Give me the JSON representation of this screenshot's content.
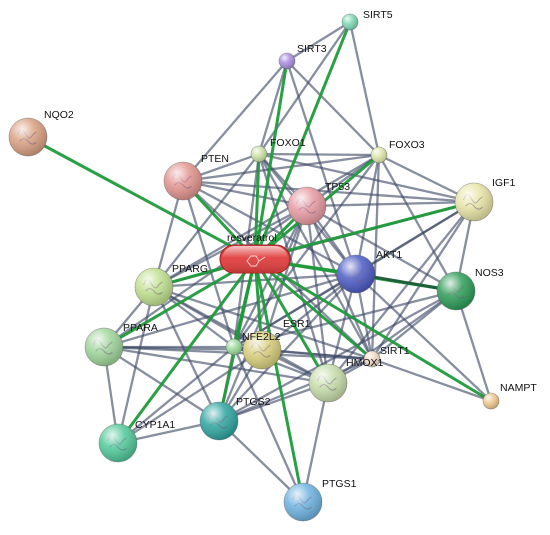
{
  "network": {
    "nodes": [
      {
        "id": "resveratrol",
        "label": "resveratrol",
        "kind": "compound",
        "color": "#e0403f"
      },
      {
        "id": "SIRT5",
        "label": "SIRT5",
        "kind": "small",
        "color": "#7ed9b6"
      },
      {
        "id": "SIRT3",
        "label": "SIRT3",
        "kind": "small",
        "color": "#a98ee0"
      },
      {
        "id": "NQO2",
        "label": "NQO2",
        "kind": "large",
        "color": "#d9a082"
      },
      {
        "id": "FOXO1",
        "label": "FOXO1",
        "kind": "small",
        "color": "#cde2a6"
      },
      {
        "id": "FOXO3",
        "label": "FOXO3",
        "kind": "small",
        "color": "#dde6a8"
      },
      {
        "id": "PTEN",
        "label": "PTEN",
        "kind": "large",
        "color": "#e3958f"
      },
      {
        "id": "TP53",
        "label": "TP53",
        "kind": "large",
        "color": "#e69aa2"
      },
      {
        "id": "IGF1",
        "label": "IGF1",
        "kind": "large",
        "color": "#e8e4a6"
      },
      {
        "id": "AKT1",
        "label": "AKT1",
        "kind": "large",
        "color": "#4d5cc4"
      },
      {
        "id": "NOS3",
        "label": "NOS3",
        "kind": "large",
        "color": "#2e9e58"
      },
      {
        "id": "PPARG",
        "label": "PPARG",
        "kind": "large",
        "color": "#bfe08e"
      },
      {
        "id": "PPARA",
        "label": "PPARA",
        "kind": "large",
        "color": "#9fd59a"
      },
      {
        "id": "NFE2L2",
        "label": "NFE2L2",
        "kind": "large",
        "color": "#d8cf7c"
      },
      {
        "id": "ESR1",
        "label": "ESR1",
        "kind": "small",
        "color": "#9bdb9a"
      },
      {
        "id": "SIRT1",
        "label": "SIRT1",
        "kind": "small",
        "color": "#f3d9c6"
      },
      {
        "id": "HMOX1",
        "label": "HMOX1",
        "kind": "large",
        "color": "#c6dcaa"
      },
      {
        "id": "NAMPT",
        "label": "NAMPT",
        "kind": "small",
        "color": "#efc98d"
      },
      {
        "id": "PTGS2",
        "label": "PTGS2",
        "kind": "large",
        "color": "#2fa6a0"
      },
      {
        "id": "CYP1A1",
        "label": "CYP1A1",
        "kind": "large",
        "color": "#52c99b"
      },
      {
        "id": "PTGS1",
        "label": "PTGS1",
        "kind": "large",
        "color": "#6fb3e0"
      }
    ],
    "edges_grey": [
      [
        "SIRT5",
        "SIRT3"
      ],
      [
        "SIRT5",
        "FOXO1"
      ],
      [
        "SIRT5",
        "FOXO3"
      ],
      [
        "SIRT3",
        "FOXO1"
      ],
      [
        "SIRT3",
        "FOXO3"
      ],
      [
        "SIRT3",
        "AKT1"
      ],
      [
        "SIRT3",
        "PTEN"
      ],
      [
        "FOXO1",
        "FOXO3"
      ],
      [
        "FOXO1",
        "PTEN"
      ],
      [
        "FOXO1",
        "TP53"
      ],
      [
        "FOXO1",
        "AKT1"
      ],
      [
        "FOXO1",
        "IGF1"
      ],
      [
        "FOXO1",
        "PPARG"
      ],
      [
        "FOXO1",
        "SIRT1"
      ],
      [
        "FOXO1",
        "ESR1"
      ],
      [
        "FOXO1",
        "HMOX1"
      ],
      [
        "FOXO3",
        "TP53"
      ],
      [
        "FOXO3",
        "AKT1"
      ],
      [
        "FOXO3",
        "IGF1"
      ],
      [
        "FOXO3",
        "PTEN"
      ],
      [
        "FOXO3",
        "SIRT1"
      ],
      [
        "FOXO3",
        "ESR1"
      ],
      [
        "FOXO3",
        "PPARG"
      ],
      [
        "FOXO3",
        "NOS3"
      ],
      [
        "PTEN",
        "TP53"
      ],
      [
        "PTEN",
        "AKT1"
      ],
      [
        "PTEN",
        "PPARG"
      ],
      [
        "PTEN",
        "IGF1"
      ],
      [
        "PTEN",
        "ESR1"
      ],
      [
        "PTEN",
        "SIRT1"
      ],
      [
        "TP53",
        "AKT1"
      ],
      [
        "TP53",
        "IGF1"
      ],
      [
        "TP53",
        "PPARG"
      ],
      [
        "TP53",
        "NFE2L2"
      ],
      [
        "TP53",
        "ESR1"
      ],
      [
        "TP53",
        "SIRT1"
      ],
      [
        "TP53",
        "HMOX1"
      ],
      [
        "TP53",
        "PTGS2"
      ],
      [
        "TP53",
        "NOS3"
      ],
      [
        "TP53",
        "PPARA"
      ],
      [
        "IGF1",
        "AKT1"
      ],
      [
        "IGF1",
        "NOS3"
      ],
      [
        "IGF1",
        "ESR1"
      ],
      [
        "IGF1",
        "SIRT1"
      ],
      [
        "IGF1",
        "PPARG"
      ],
      [
        "IGF1",
        "HMOX1"
      ],
      [
        "AKT1",
        "NOS3"
      ],
      [
        "AKT1",
        "PPARG"
      ],
      [
        "AKT1",
        "ESR1"
      ],
      [
        "AKT1",
        "SIRT1"
      ],
      [
        "AKT1",
        "HMOX1"
      ],
      [
        "AKT1",
        "NFE2L2"
      ],
      [
        "AKT1",
        "PTGS2"
      ],
      [
        "AKT1",
        "NAMPT"
      ],
      [
        "AKT1",
        "PPARA"
      ],
      [
        "NOS3",
        "SIRT1"
      ],
      [
        "NOS3",
        "HMOX1"
      ],
      [
        "NOS3",
        "ESR1"
      ],
      [
        "NOS3",
        "NAMPT"
      ],
      [
        "NOS3",
        "PTGS2"
      ],
      [
        "PPARG",
        "PPARA"
      ],
      [
        "PPARG",
        "NFE2L2"
      ],
      [
        "PPARG",
        "ESR1"
      ],
      [
        "PPARG",
        "HMOX1"
      ],
      [
        "PPARG",
        "PTGS2"
      ],
      [
        "PPARG",
        "SIRT1"
      ],
      [
        "PPARG",
        "CYP1A1"
      ],
      [
        "PPARA",
        "NFE2L2"
      ],
      [
        "PPARA",
        "ESR1"
      ],
      [
        "PPARA",
        "PTGS2"
      ],
      [
        "PPARA",
        "CYP1A1"
      ],
      [
        "PPARA",
        "SIRT1"
      ],
      [
        "PPARA",
        "HMOX1"
      ],
      [
        "NFE2L2",
        "HMOX1"
      ],
      [
        "NFE2L2",
        "ESR1"
      ],
      [
        "NFE2L2",
        "SIRT1"
      ],
      [
        "NFE2L2",
        "PTGS2"
      ],
      [
        "NFE2L2",
        "CYP1A1"
      ],
      [
        "ESR1",
        "HMOX1"
      ],
      [
        "ESR1",
        "SIRT1"
      ],
      [
        "ESR1",
        "PTGS2"
      ],
      [
        "ESR1",
        "CYP1A1"
      ],
      [
        "ESR1",
        "PTGS1"
      ],
      [
        "SIRT1",
        "HMOX1"
      ],
      [
        "SIRT1",
        "NAMPT"
      ],
      [
        "SIRT1",
        "PTGS2"
      ],
      [
        "HMOX1",
        "PTGS2"
      ],
      [
        "HMOX1",
        "PTGS1"
      ],
      [
        "PTGS2",
        "PTGS1"
      ],
      [
        "PTGS2",
        "CYP1A1"
      ]
    ],
    "edges_green": [
      [
        "resveratrol",
        "NQO2"
      ],
      [
        "resveratrol",
        "SIRT5"
      ],
      [
        "resveratrol",
        "SIRT3"
      ],
      [
        "resveratrol",
        "FOXO1"
      ],
      [
        "resveratrol",
        "FOXO3"
      ],
      [
        "resveratrol",
        "PTEN"
      ],
      [
        "resveratrol",
        "TP53"
      ],
      [
        "resveratrol",
        "IGF1"
      ],
      [
        "resveratrol",
        "AKT1"
      ],
      [
        "resveratrol",
        "PPARG"
      ],
      [
        "resveratrol",
        "PPARA"
      ],
      [
        "resveratrol",
        "NFE2L2"
      ],
      [
        "resveratrol",
        "ESR1"
      ],
      [
        "resveratrol",
        "HMOX1"
      ],
      [
        "resveratrol",
        "PTGS2"
      ],
      [
        "resveratrol",
        "CYP1A1"
      ],
      [
        "resveratrol",
        "PTGS1"
      ],
      [
        "resveratrol",
        "NAMPT"
      ],
      [
        "resveratrol",
        "NOS3"
      ],
      [
        "resveratrol",
        "SIRT1"
      ]
    ],
    "edges_dark": [
      [
        "AKT1",
        "NOS3"
      ]
    ]
  }
}
